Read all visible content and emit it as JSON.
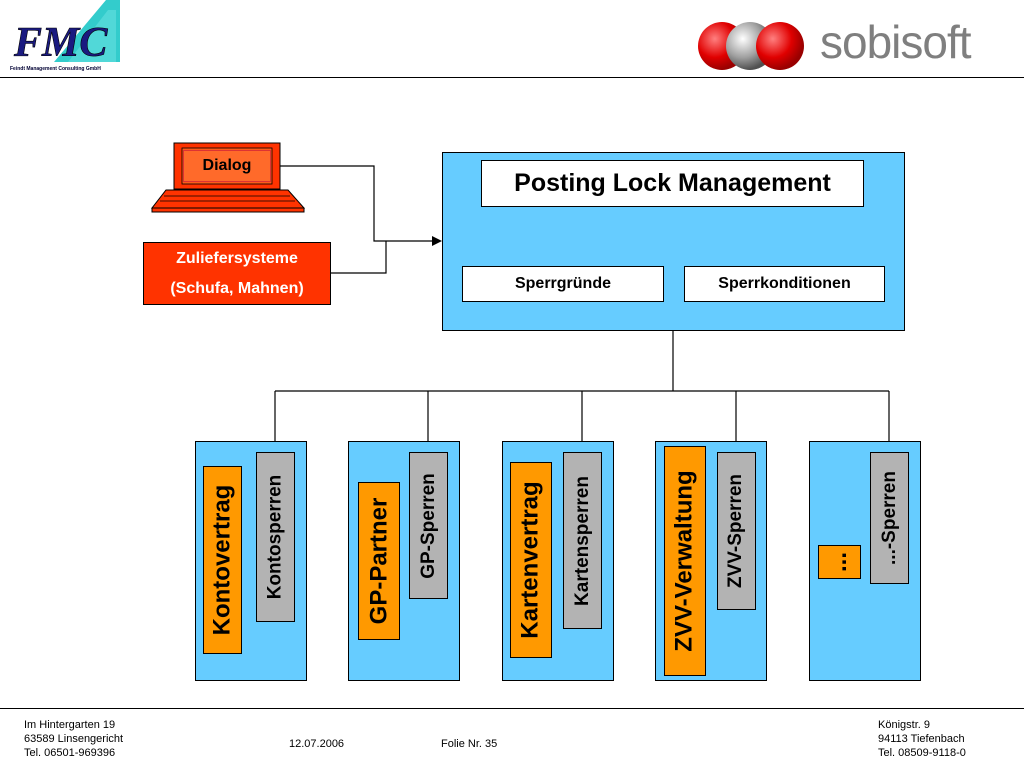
{
  "header": {
    "left_logo_text": "FMC",
    "left_logo_subtitle": "Feindt Management Consulting GmbH",
    "right_logo_text": "sobisoft"
  },
  "diagram": {
    "dialog_label": "Dialog",
    "zulief_line1": "Zuliefersysteme",
    "zulief_line2": "(Schufa, Mahnen)",
    "main_title": "Posting Lock Management",
    "sperrgruende": "Sperrgründe",
    "sperrkonditionen": "Sperrkonditionen",
    "modules": [
      {
        "main": "Kontovertrag",
        "lock": "Kontosperren"
      },
      {
        "main": "GP-Partner",
        "lock": "GP-Sperren"
      },
      {
        "main": "Kartenvertrag",
        "lock": "Kartensperren"
      },
      {
        "main": "ZVV-Verwaltung",
        "lock": "ZVV-Sperren"
      },
      {
        "main": "...",
        "lock": "...-Sperren"
      }
    ]
  },
  "footer": {
    "left": [
      "Im Hintergarten 19",
      "63589 Linsengericht",
      "Tel. 06501-969396"
    ],
    "date": "12.07.2006",
    "slide": "Folie Nr. 35",
    "right": [
      "Königstr. 9",
      "94113 Tiefenbach",
      "Tel. 08509-9118-0"
    ]
  },
  "colors": {
    "blue_fill": "#66ccff",
    "orange_fill": "#ff9900",
    "red_fill": "#ff3300",
    "grey_fill": "#b3b3b3"
  }
}
